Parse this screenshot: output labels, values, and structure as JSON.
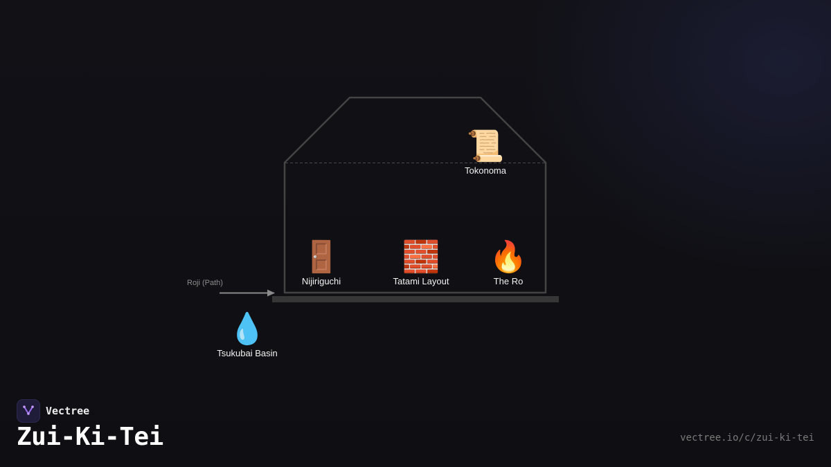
{
  "diagram": {
    "path_label": "Roji (Path)",
    "elements": [
      {
        "id": "tokonoma",
        "label": "Tokonoma",
        "icon": "scroll-icon",
        "glyph": "📜"
      },
      {
        "id": "nijiriguchi",
        "label": "Nijiriguchi",
        "icon": "door-icon",
        "glyph": "🚪"
      },
      {
        "id": "tatami",
        "label": "Tatami Layout",
        "icon": "brick-icon",
        "glyph": "🧱"
      },
      {
        "id": "ro",
        "label": "The Ro",
        "icon": "fire-icon",
        "glyph": "🔥"
      },
      {
        "id": "tsukubai",
        "label": "Tsukubai Basin",
        "icon": "droplet-icon",
        "glyph": "💧"
      }
    ]
  },
  "footer": {
    "brand": "Vectree",
    "title": "Zui-Ki-Tei",
    "url": "vectree.io/c/zui-ki-tei"
  },
  "colors": {
    "background": "#101014",
    "outline": "#444444",
    "floor": "#363636",
    "label": "#f2f2f2",
    "accent": "#9b6cf0"
  }
}
